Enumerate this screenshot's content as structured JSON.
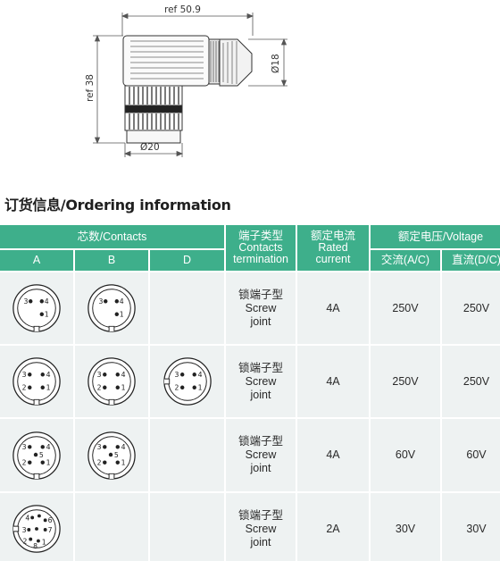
{
  "drawing": {
    "dim_length": "ref 50.9",
    "dim_height": "ref 38",
    "dim_diameter_right": "Ø18",
    "dim_diameter_bottom": "Ø20"
  },
  "section_title": "订货信息/Ordering information",
  "table": {
    "header": {
      "contacts": "芯数/Contacts",
      "termination_cn": "端子类型",
      "termination_en_1": "Contacts",
      "termination_en_2": "termination",
      "current_cn": "额定电流",
      "current_en_1": "Rated",
      "current_en_2": "current",
      "voltage": "额定电压/Voltage",
      "col_a": "A",
      "col_b": "B",
      "col_d": "D",
      "ac": "交流(A/C)",
      "dc": "直流(D/C)"
    },
    "rows": [
      {
        "pins_a": "3",
        "pins_b": "3",
        "pins_d": "",
        "term_cn": "锁端子型",
        "term_en_1": "Screw",
        "term_en_2": "joint",
        "current": "4A",
        "ac": "250V",
        "dc": "250V"
      },
      {
        "pins_a": "4",
        "pins_b": "4",
        "pins_d": "4",
        "term_cn": "锁端子型",
        "term_en_1": "Screw",
        "term_en_2": "joint",
        "current": "4A",
        "ac": "250V",
        "dc": "250V"
      },
      {
        "pins_a": "5",
        "pins_b": "5",
        "pins_d": "",
        "term_cn": "锁端子型",
        "term_en_1": "Screw",
        "term_en_2": "joint",
        "current": "4A",
        "ac": "60V",
        "dc": "60V"
      },
      {
        "pins_a": "8",
        "pins_b": "",
        "pins_d": "",
        "term_cn": "锁端子型",
        "term_en_1": "Screw",
        "term_en_2": "joint",
        "current": "2A",
        "ac": "30V",
        "dc": "30V"
      }
    ]
  }
}
